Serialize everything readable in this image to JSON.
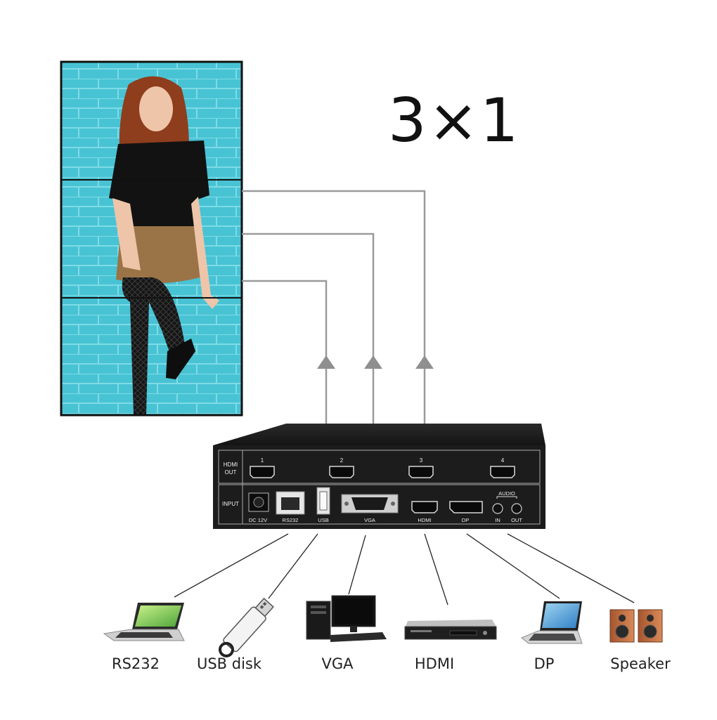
{
  "title": "3×1",
  "video_wall": {
    "rows": 3,
    "cols": 1
  },
  "device": {
    "hdmi_out_label": [
      "HDMI",
      "OUT"
    ],
    "input_label": "INPUT",
    "output_ports": [
      "1",
      "2",
      "3",
      "4"
    ],
    "input_ports": {
      "dc": "DC 12V",
      "rs232": "RS232",
      "usb": "USB",
      "vga": "VGA",
      "hdmi": "HDMI",
      "dp": "DP",
      "audio": "AUDIO",
      "audio_in": "IN",
      "audio_out": "OUT"
    }
  },
  "sources": [
    {
      "label": "RS232",
      "icon": "laptop-icon"
    },
    {
      "label": "USB disk",
      "icon": "usb-drive-icon"
    },
    {
      "label": "VGA",
      "icon": "desktop-computer-icon"
    },
    {
      "label": "HDMI",
      "icon": "dvd-player-icon"
    },
    {
      "label": "DP",
      "icon": "laptop-icon"
    },
    {
      "label": "Speaker",
      "icon": "speaker-icon"
    }
  ],
  "colors": {
    "wall_background": "#48c3d4",
    "device_body": "#1c1c1c",
    "connector_line": "#9a9a9a"
  }
}
